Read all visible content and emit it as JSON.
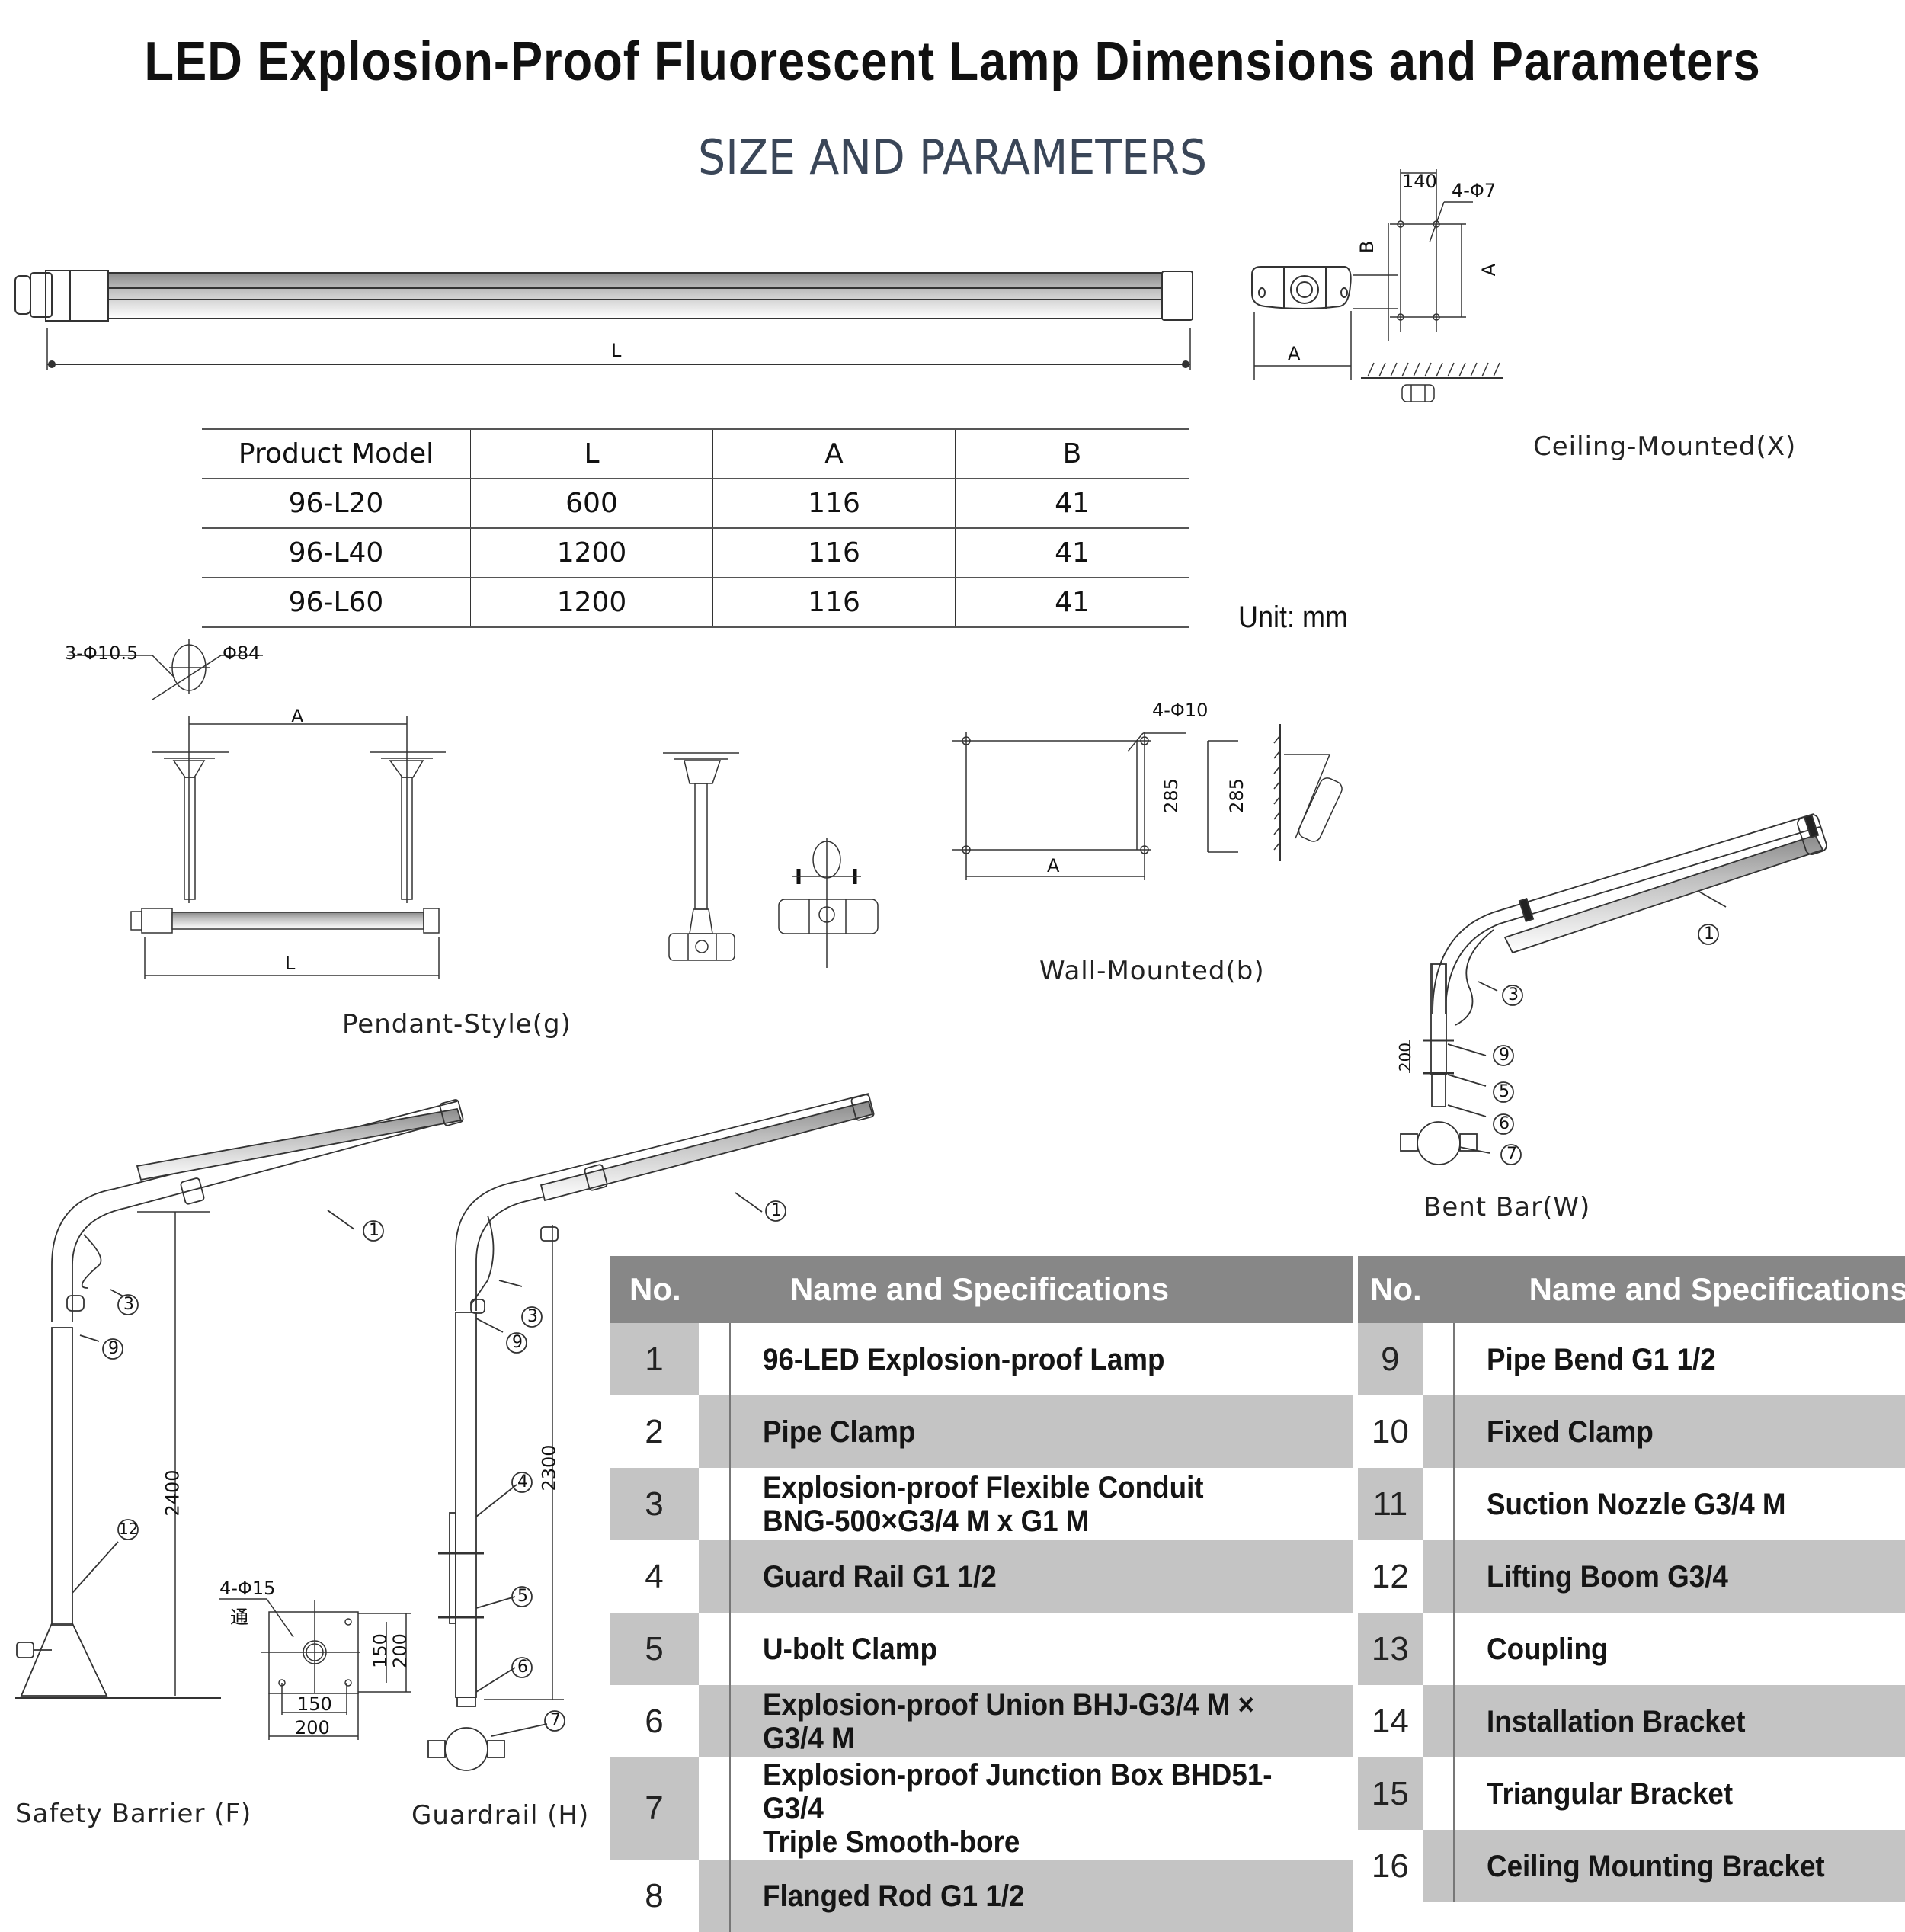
{
  "header": {
    "title": "LED Explosion-Proof Fluorescent Lamp Dimensions and Parameters",
    "subtitle": "SIZE AND PARAMETERS"
  },
  "lamp_drawing": {
    "length_label": "L",
    "end_view_width_label": "A",
    "end_view_height_label": "B"
  },
  "dimension_table": {
    "headers": [
      "Product Model",
      "L",
      "A",
      "B"
    ],
    "rows": [
      [
        "96-L20",
        "600",
        "116",
        "41"
      ],
      [
        "96-L40",
        "1200",
        "116",
        "41"
      ],
      [
        "96-L60",
        "1200",
        "116",
        "41"
      ]
    ],
    "unit": "Unit: mm"
  },
  "ceiling_mounted": {
    "caption": "Ceiling-Mounted(X)",
    "spacing": "140",
    "holes": "4-Φ7",
    "length_label": "A"
  },
  "pendant_style": {
    "caption": "Pendant-Style(g)",
    "holes": "3-Φ10.5",
    "flange": "Φ84",
    "spacing_label": "A",
    "length_label": "L"
  },
  "wall_mounted": {
    "caption": "Wall-Mounted(b)",
    "holes": "4-Φ10",
    "height": "285",
    "side_height": "285",
    "width_label": "A"
  },
  "bent_bar": {
    "caption": "Bent Bar(W)",
    "clamp_spacing": "200",
    "callouts": [
      "1",
      "3",
      "9",
      "5",
      "6",
      "7"
    ]
  },
  "safety_barrier": {
    "caption": "Safety Barrier (F)",
    "height": "2400",
    "callouts": [
      "1",
      "3",
      "9",
      "12"
    ],
    "base_plate": {
      "holes": "4-Φ15",
      "note": "通",
      "inner_w": "150",
      "outer_w": "200",
      "inner_h": "150",
      "outer_h": "200"
    }
  },
  "guardrail": {
    "caption": "Guardrail (H)",
    "height": "2300",
    "callouts": [
      "1",
      "3",
      "9",
      "4",
      "5",
      "6",
      "7"
    ]
  },
  "parts_table_left": {
    "headers": [
      "No.",
      "Name and Specifications"
    ],
    "rows": [
      {
        "no": "1",
        "name": [
          "96-LED Explosion-proof Lamp"
        ]
      },
      {
        "no": "2",
        "name": [
          "Pipe Clamp"
        ]
      },
      {
        "no": "3",
        "name": [
          "Explosion-proof Flexible Conduit",
          "BNG-500×G3/4 M x G1 M"
        ]
      },
      {
        "no": "4",
        "name": [
          "Guard Rail G1 1/2"
        ]
      },
      {
        "no": "5",
        "name": [
          "U-bolt Clamp"
        ]
      },
      {
        "no": "6",
        "name": [
          "Explosion-proof Union BHJ-G3/4 M × G3/4 M"
        ]
      },
      {
        "no": "7",
        "name": [
          "Explosion-proof Junction Box BHD51-G3/4",
          "Triple Smooth-bore"
        ]
      },
      {
        "no": "8",
        "name": [
          "Flanged Rod G1 1/2"
        ]
      }
    ]
  },
  "parts_table_right": {
    "headers": [
      "No.",
      "Name and Specifications"
    ],
    "rows": [
      {
        "no": "9",
        "name": [
          "Pipe Bend G1 1/2"
        ]
      },
      {
        "no": "10",
        "name": [
          "Fixed Clamp"
        ]
      },
      {
        "no": "11",
        "name": [
          "Suction Nozzle G3/4 M"
        ]
      },
      {
        "no": "12",
        "name": [
          "Lifting Boom G3/4"
        ]
      },
      {
        "no": "13",
        "name": [
          "Coupling"
        ]
      },
      {
        "no": "14",
        "name": [
          "Installation Bracket"
        ]
      },
      {
        "no": "15",
        "name": [
          "Triangular Bracket"
        ]
      },
      {
        "no": "16",
        "name": [
          "Ceiling Mounting Bracket"
        ]
      }
    ]
  },
  "colors": {
    "table_header_bg": "#878787",
    "row_shade": "#c4c4c4",
    "subtitle": "#3a4658",
    "line": "#333333"
  }
}
